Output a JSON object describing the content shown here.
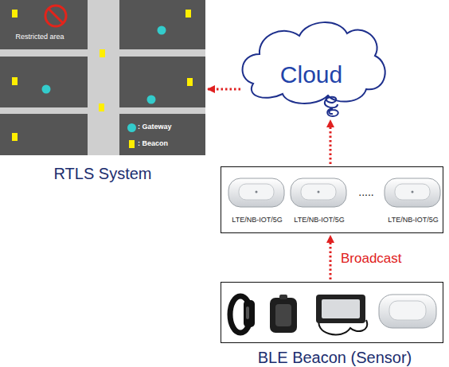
{
  "diagram": {
    "nodes": [
      {
        "text": [
          "RTLS System"
        ]
      },
      {
        "text": [
          "Cloud"
        ]
      },
      {
        "text": [
          "LTE/NB-IOT/5G",
          "LTE/NB-IOT/5G",
          "LTE/NB-IOT/5G"
        ]
      },
      {
        "text": [
          "BLE Beacon (Sensor)"
        ]
      }
    ],
    "edges": [
      {
        "from": 1,
        "to": 0,
        "arrow": "to"
      },
      {
        "from": 2,
        "to": 1,
        "arrow": "to"
      },
      {
        "from": 3,
        "to": 2,
        "label": "Broadcast",
        "arrow": "to"
      }
    ],
    "labels": [
      "Restricted area",
      "....."
    ],
    "legend": [
      {
        "text": ": Gateway",
        "color": "#33cccc"
      },
      {
        "text": ": Beacon",
        "color": "#ffee00"
      }
    ]
  }
}
